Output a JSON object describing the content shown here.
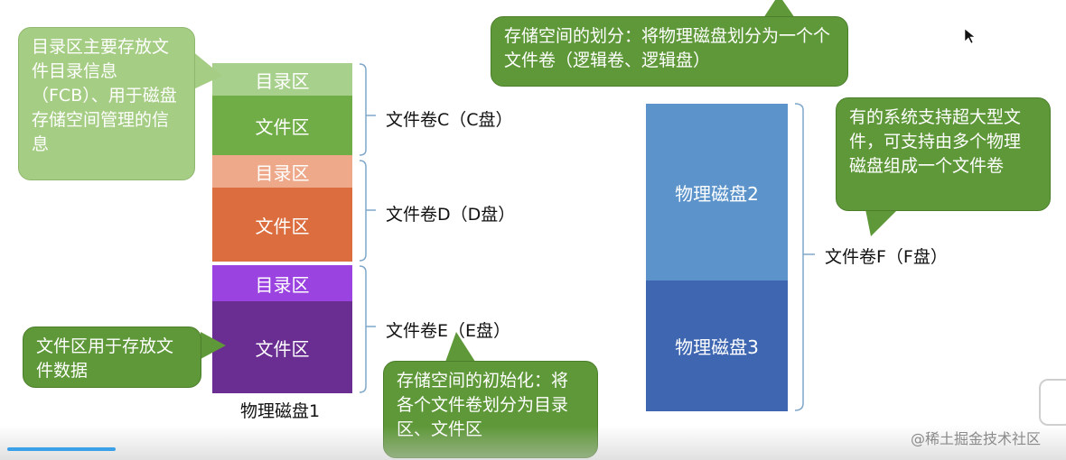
{
  "disk1": {
    "label": "物理磁盘1",
    "segments": [
      {
        "text": "目录区",
        "color": "#a8d08d"
      },
      {
        "text": "文件区",
        "color": "#70ad47"
      },
      {
        "text": "目录区",
        "color": "#eea88a"
      },
      {
        "text": "文件区",
        "color": "#db6d3f"
      },
      {
        "text": "目录区",
        "color": "#9b43e0"
      },
      {
        "text": "文件区",
        "color": "#6a2d91"
      }
    ]
  },
  "volumes": {
    "c": "文件卷C（C盘）",
    "d": "文件卷D（D盘）",
    "e": "文件卷E（E盘）",
    "f": "文件卷F（F盘）"
  },
  "disks_right": [
    {
      "text": "物理磁盘2",
      "color": "#5b93ca"
    },
    {
      "text": "物理磁盘3",
      "color": "#3f66b0"
    }
  ],
  "callouts": {
    "dir_area": "目录区主要存放文件目录信息（FCB）、用于磁盘存储空间管理的信息",
    "file_area": "文件区用于存放文件数据",
    "partition": "存储空间的划分：将物理磁盘划分为一个个文件卷（逻辑卷、逻辑盘）",
    "init": "存储空间的初始化：将各个文件卷划分为目录区、文件区",
    "large_file": "有的系统支持超大型文件，可支持由多个物理磁盘组成一个文件卷"
  },
  "watermark": "@稀土掘金技术社区"
}
